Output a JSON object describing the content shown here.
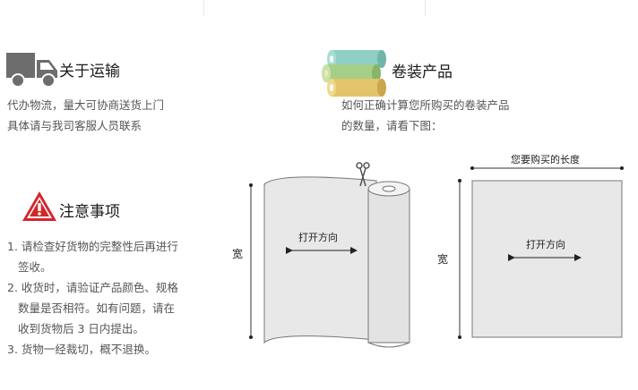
{
  "shipping": {
    "title": "关于运输",
    "lines": [
      "代办物流，量大可协商送货上门",
      "具体请与我司客服人员联系"
    ]
  },
  "notice": {
    "title": "注意事项",
    "items": [
      "1. 请检查好货物的完整性后再进行",
      "签收。",
      "2. 收货时，请验证产品颜色、规格",
      "数量是否相符。如有问题，请在",
      "收到货物后 3 日内提出。",
      "3. 货物一经裁切，概不退换。"
    ]
  },
  "roll": {
    "title": "卷装产品",
    "lines": [
      "如何正确计算您所购买的卷装产品",
      "的数量，请看下图："
    ]
  },
  "diagram": {
    "roll_width_label": "宽",
    "roll_direction_label": "打开方向",
    "sheet_length_label": "您要购买的长度",
    "sheet_width_label": "宽",
    "sheet_direction_label": "打开方向"
  },
  "icons": {
    "truck": "truck-icon",
    "warning": "warning-triangle-icon",
    "rolls": "film-rolls-icon",
    "scissors": "scissors-icon"
  },
  "colors": {
    "truck_gray": "#6d6d6d",
    "warning_red": "#d5262b",
    "roll_fill": "#e8e8e8"
  }
}
